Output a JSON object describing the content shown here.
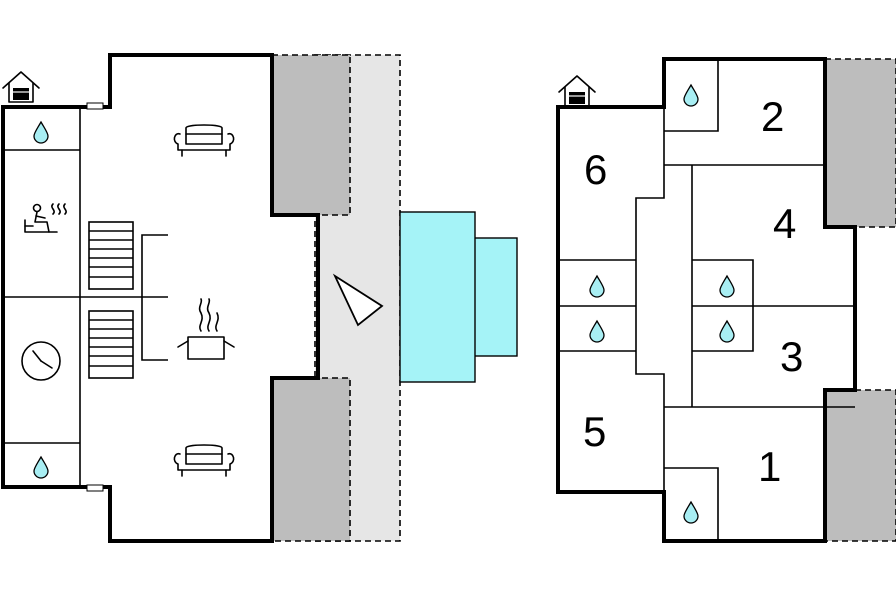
{
  "ground_floor": {
    "rooms": [
      "bathroom",
      "sauna",
      "stairs",
      "living-room",
      "kitchen",
      "clock-room",
      "bathroom",
      "living-room"
    ]
  },
  "upper_floor": {
    "room_numbers": [
      "1",
      "2",
      "3",
      "4",
      "5",
      "6"
    ]
  },
  "colors": {
    "pool": "#a5f3f7",
    "water_drop": "#a8eef3",
    "terrace": "#bdbdbd",
    "walkway": "#e6e6e6"
  },
  "icons": [
    "house-entrance-icon",
    "water-drop-icon",
    "sauna-icon",
    "sofa-icon",
    "cooking-pot-icon",
    "clock-icon",
    "stairs-icon",
    "compass-arrow-icon"
  ]
}
